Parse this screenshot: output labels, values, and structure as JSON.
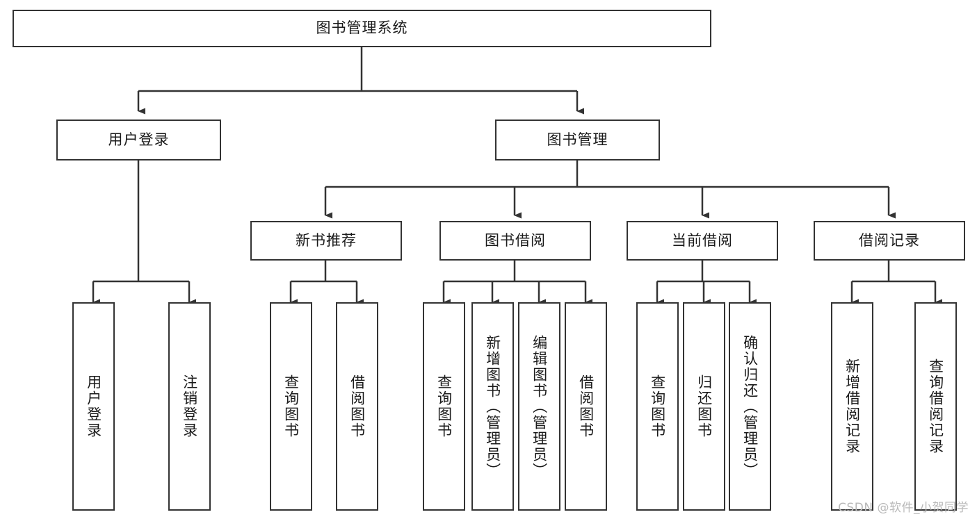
{
  "diagram": {
    "title": "图书管理系统",
    "type": "tree-hierarchy-chart",
    "colors": {
      "stroke": "#333333",
      "box_fill": "#ffffff",
      "text": "#1a1a1a",
      "background": "#ffffff",
      "watermark": "#b9b9b9"
    },
    "watermark": "CSDN @软件_小贺同学",
    "root": {
      "label": "图书管理系统"
    },
    "level2": [
      {
        "id": "user-login",
        "label": "用户登录"
      },
      {
        "id": "book-management",
        "label": "图书管理"
      }
    ],
    "level3": [
      {
        "id": "new-book-recommend",
        "label": "新书推荐",
        "parent": "book-management"
      },
      {
        "id": "book-borrow",
        "label": "图书借阅",
        "parent": "book-management"
      },
      {
        "id": "current-borrow",
        "label": "当前借阅",
        "parent": "book-management"
      },
      {
        "id": "borrow-record",
        "label": "借阅记录",
        "parent": "book-management"
      }
    ],
    "leaves": [
      {
        "id": "leaf-user-login",
        "label": "用户登录",
        "parent": "user-login"
      },
      {
        "id": "leaf-logout-login",
        "label": "注销登录",
        "parent": "user-login"
      },
      {
        "id": "leaf-query-book-1",
        "label": "查询图书",
        "parent": "new-book-recommend"
      },
      {
        "id": "leaf-borrow-book-1",
        "label": "借阅图书",
        "parent": "new-book-recommend"
      },
      {
        "id": "leaf-query-book-2",
        "label": "查询图书",
        "parent": "book-borrow"
      },
      {
        "id": "leaf-add-book",
        "label": "新增图书（管理员）",
        "parent": "book-borrow"
      },
      {
        "id": "leaf-edit-book",
        "label": "编辑图书（管理员）",
        "parent": "book-borrow"
      },
      {
        "id": "leaf-borrow-book-2",
        "label": "借阅图书",
        "parent": "book-borrow"
      },
      {
        "id": "leaf-query-book-3",
        "label": "查询图书",
        "parent": "current-borrow"
      },
      {
        "id": "leaf-return-book",
        "label": "归还图书",
        "parent": "current-borrow"
      },
      {
        "id": "leaf-confirm-return",
        "label": "确认归还（管理员）",
        "parent": "current-borrow"
      },
      {
        "id": "leaf-add-record",
        "label": "新增借阅记录",
        "parent": "borrow-record"
      },
      {
        "id": "leaf-query-record",
        "label": "查询借阅记录",
        "parent": "borrow-record"
      }
    ]
  }
}
